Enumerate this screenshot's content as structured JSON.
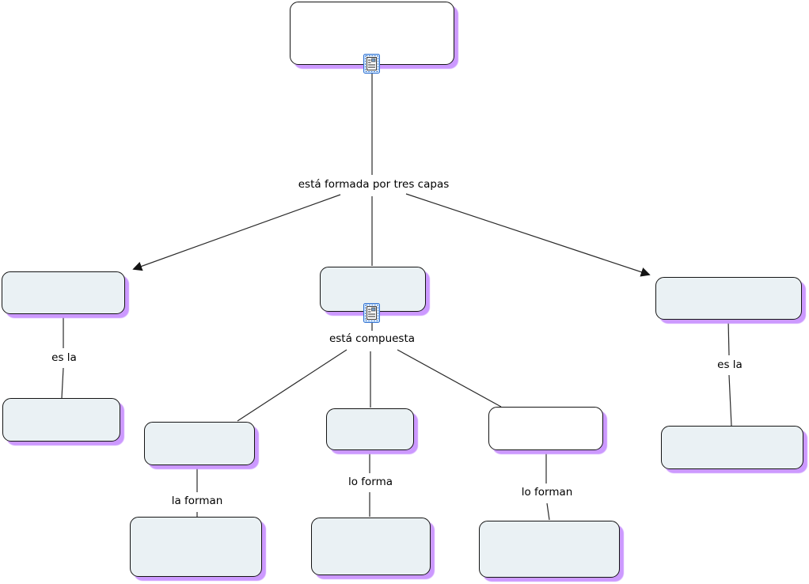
{
  "title": "concept-map",
  "colors": {
    "node_fill": "#eaf1f4",
    "node_white": "#ffffff",
    "shadow": "#cc99ff",
    "border": "#141414",
    "line": "#2a2a2a",
    "icon_border": "#2f6fd0",
    "icon_bg": "#d6ecff"
  },
  "phrases": {
    "formed_by": "está formada por tres capas",
    "composed": "está compuesta",
    "es_la_left": "es la",
    "es_la_right": "es la",
    "la_forman": "la forman",
    "lo_forma": "lo forma",
    "lo_forman": "lo forman"
  },
  "icons": {
    "top_resource": "document-resource-icon",
    "center_resource": "document-resource-icon"
  },
  "nodes": [
    {
      "id": "top",
      "label": "",
      "style": "white",
      "has_resource_icon": true
    },
    {
      "id": "left",
      "label": "",
      "style": "filled"
    },
    {
      "id": "center",
      "label": "",
      "style": "filled",
      "has_resource_icon": true
    },
    {
      "id": "right",
      "label": "",
      "style": "filled"
    },
    {
      "id": "left-child",
      "label": "",
      "style": "filled"
    },
    {
      "id": "mid-left",
      "label": "",
      "style": "filled"
    },
    {
      "id": "mid-center",
      "label": "",
      "style": "filled"
    },
    {
      "id": "mid-right",
      "label": "",
      "style": "white"
    },
    {
      "id": "bottom-left",
      "label": "",
      "style": "filled"
    },
    {
      "id": "bottom-center",
      "label": "",
      "style": "filled"
    },
    {
      "id": "bottom-right",
      "label": "",
      "style": "filled"
    },
    {
      "id": "right-child",
      "label": "",
      "style": "filled"
    }
  ]
}
